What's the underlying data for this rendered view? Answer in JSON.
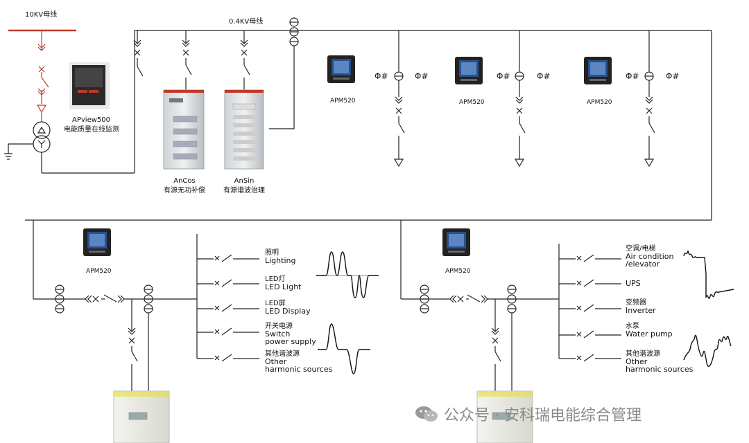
{
  "labels": {
    "bus_10kv": "10KV母线",
    "bus_04kv": "0.4KV母线",
    "apview_model": "APview500",
    "apview_desc": "电能质量在线监测",
    "ancos_model": "AnCos",
    "ancos_desc": "有源无功补偿",
    "ansin_model": "AnSin",
    "ansin_desc": "有源谐波治理",
    "apm": "APM520"
  },
  "left_loads": [
    {
      "cn": "照明",
      "en": "Lighting"
    },
    {
      "cn": "LED灯",
      "en": "LED Light"
    },
    {
      "cn": "LED屏",
      "en": "LED Display"
    },
    {
      "cn": "开关电源",
      "en": "Switch\npower supply"
    },
    {
      "cn": "其他谐波源",
      "en": "Other\nharmonic sources"
    }
  ],
  "right_loads": [
    {
      "cn": "空调/电梯",
      "en": "Air condition\n/elevator"
    },
    {
      "cn": "",
      "en": "UPS"
    },
    {
      "cn": "变频器",
      "en": "Inverter"
    },
    {
      "cn": "水泵",
      "en": "Water pump"
    },
    {
      "cn": "其他谐波源",
      "en": "Other\nharmonic sources"
    }
  ],
  "watermark": "公众号 · 安科瑞电能综合管理",
  "colors": {
    "breaker": "#c0392b",
    "line": "#222222",
    "device_screen": "#2b4f8a",
    "cabinet_trim": "#c0392b"
  }
}
